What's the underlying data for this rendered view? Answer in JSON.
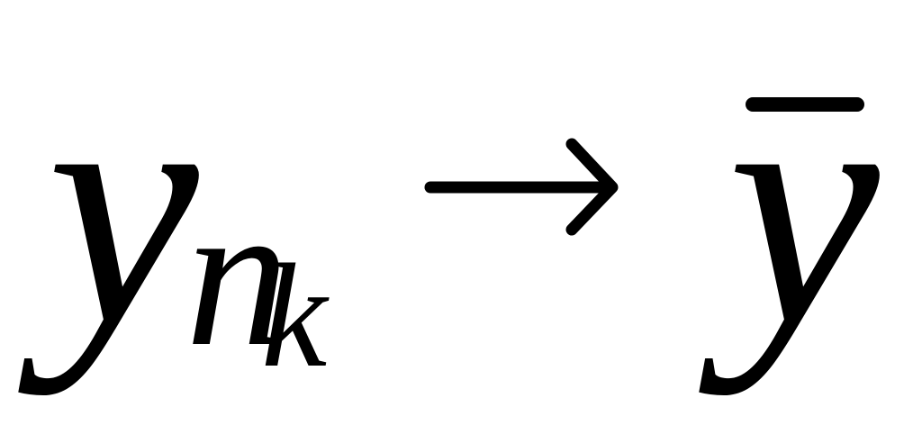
{
  "formula": {
    "base": "y",
    "subscript": "n",
    "subsubscript": "k",
    "relation_icon": "right-arrow-icon",
    "target": "y",
    "target_accent": "overbar"
  },
  "colors": {
    "ink": "#000000",
    "background": "#ffffff"
  }
}
